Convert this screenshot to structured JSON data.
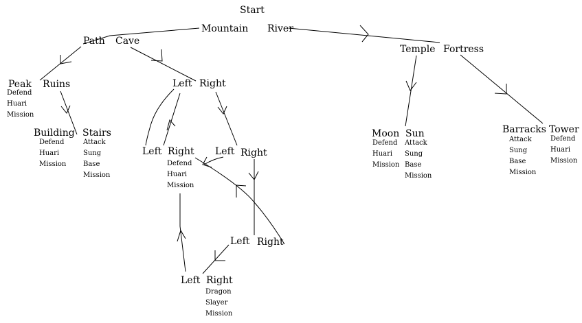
{
  "nodes": {
    "start": "Start",
    "mountain": "Mountain",
    "river": "River",
    "path": "Path",
    "cave": "Cave",
    "temple": "Temple",
    "fortress": "Fortress",
    "peak": "Peak",
    "ruins": "Ruins",
    "cave_left": "Left",
    "cave_right": "Right",
    "moon": "Moon",
    "sun": "Sun",
    "barracks": "Barracks",
    "tower": "Tower",
    "building": "Building",
    "stairs": "Stairs",
    "l2_left": "Left",
    "l2_right": "Right",
    "r2_left": "Left",
    "r2_right": "Right",
    "r3_left": "Left",
    "r3_right": "Right",
    "final_left": "Left",
    "final_right": "Right"
  },
  "notes": {
    "peak": [
      "Defend",
      "Huari",
      "Mission"
    ],
    "building": [
      "Defend",
      "Huari",
      "Mission"
    ],
    "stairs": [
      "Attack",
      "Sung",
      "Base",
      "Mission"
    ],
    "l2_right": [
      "Defend",
      "Huari",
      "Mission"
    ],
    "moon": [
      "Defend",
      "Huari",
      "Mission"
    ],
    "sun": [
      "Attack",
      "Sung",
      "Base",
      "Mission"
    ],
    "barracks": [
      "Attack",
      "Sung",
      "Base",
      "Mission"
    ],
    "tower": [
      "Defend",
      "Huari",
      "Mission"
    ],
    "final_right": [
      "Dragon",
      "Slayer",
      "Mission"
    ]
  }
}
